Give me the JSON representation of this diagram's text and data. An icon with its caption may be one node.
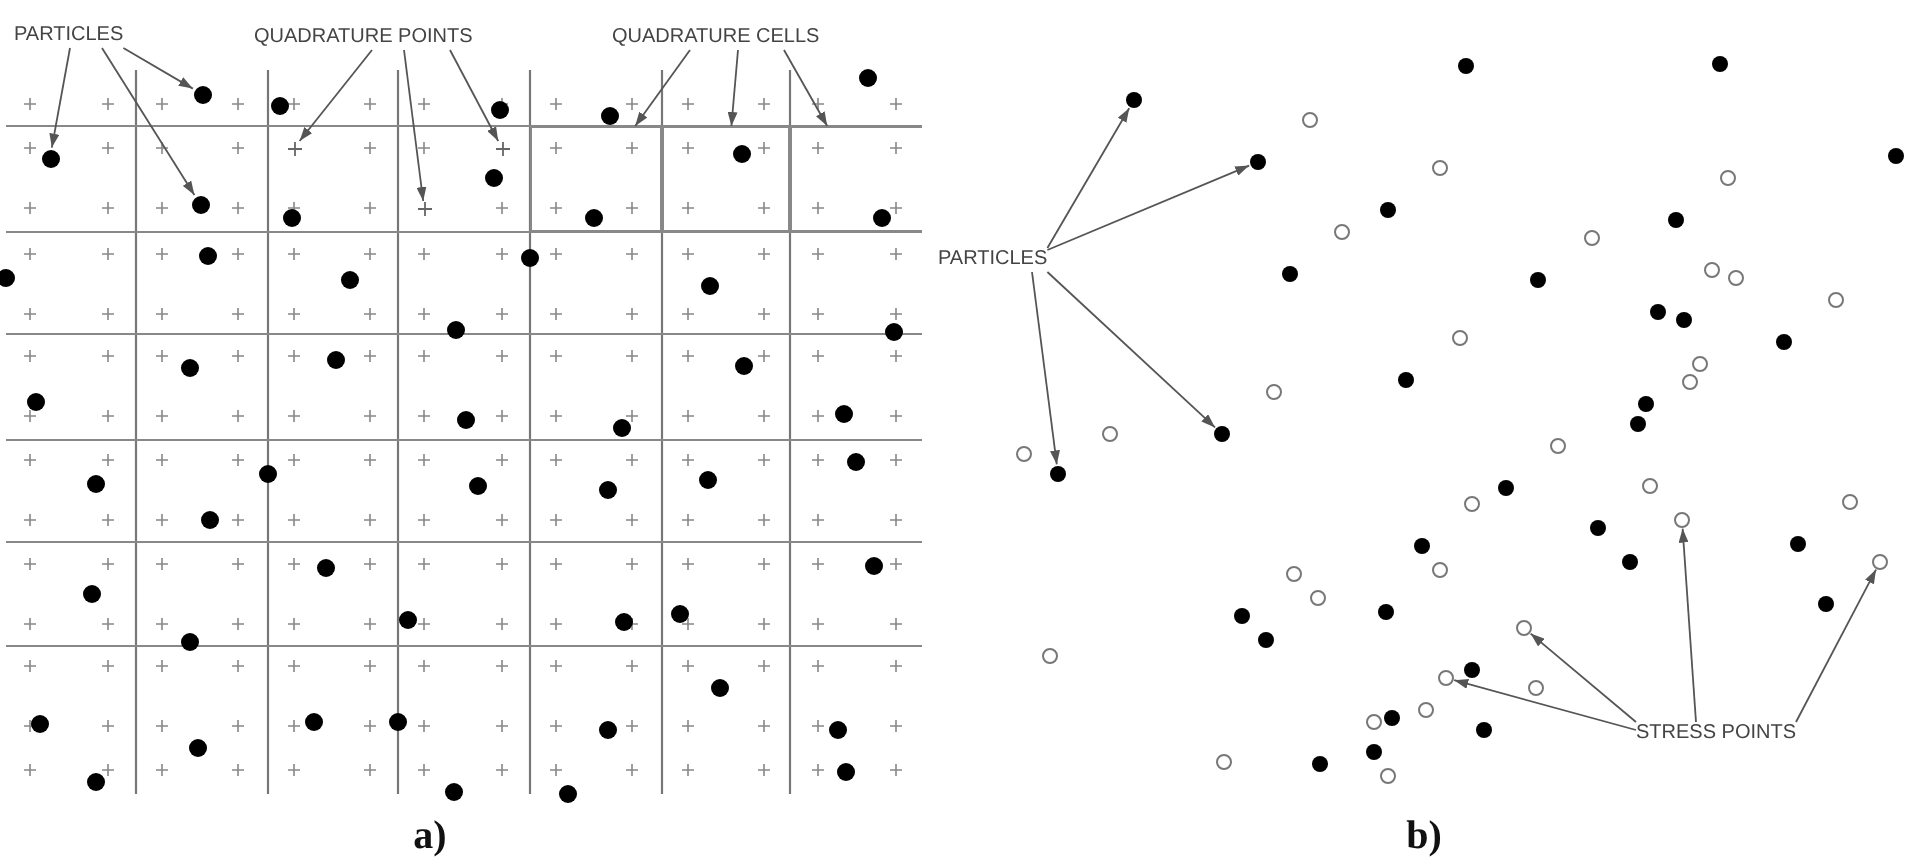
{
  "diagram": {
    "nodes": [
      {
        "text": [
          "PARTICLES"
        ]
      },
      {
        "text": [],
        "shape": "circle"
      },
      {
        "text": [],
        "shape": "circle"
      },
      {
        "text": [],
        "shape": "circle"
      },
      {
        "text": [
          "QUADRATURE POINTS"
        ]
      },
      {
        "text": [],
        "shape": "cross"
      },
      {
        "text": [],
        "shape": "cross"
      },
      {
        "text": [],
        "shape": "cross"
      },
      {
        "text": [
          "QUADRATURE CELLS"
        ]
      },
      {
        "text": [],
        "shape": "box"
      },
      {
        "text": [],
        "shape": "box"
      },
      {
        "text": [],
        "shape": "box"
      },
      {
        "text": [
          "PARTICLES"
        ]
      },
      {
        "text": [],
        "shape": "circle"
      },
      {
        "text": [],
        "shape": "circle"
      },
      {
        "text": [],
        "shape": "circle"
      },
      {
        "text": [],
        "shape": "circle"
      },
      {
        "text": [
          "STRESS POINTS"
        ]
      },
      {
        "text": [],
        "shape": "circle"
      },
      {
        "text": [],
        "shape": "circle"
      },
      {
        "text": [],
        "shape": "circle"
      },
      {
        "text": [],
        "shape": "circle"
      }
    ],
    "edges": [
      {
        "from": 0,
        "to": 1,
        "arrow": "to"
      },
      {
        "from": 0,
        "to": 2,
        "arrow": "to"
      },
      {
        "from": 0,
        "to": 3,
        "arrow": "to"
      },
      {
        "from": 4,
        "to": 5,
        "arrow": "to"
      },
      {
        "from": 4,
        "to": 6,
        "arrow": "to"
      },
      {
        "from": 4,
        "to": 7,
        "arrow": "to"
      },
      {
        "from": 8,
        "to": 9,
        "arrow": "to"
      },
      {
        "from": 8,
        "to": 10,
        "arrow": "to"
      },
      {
        "from": 8,
        "to": 11,
        "arrow": "to"
      },
      {
        "from": 12,
        "to": 13,
        "arrow": "to"
      },
      {
        "from": 12,
        "to": 14,
        "arrow": "to"
      },
      {
        "from": 12,
        "to": 15,
        "arrow": "to"
      },
      {
        "from": 12,
        "to": 16,
        "arrow": "to"
      },
      {
        "from": 17,
        "to": 18,
        "arrow": "to"
      },
      {
        "from": 17,
        "to": 19,
        "arrow": "to"
      },
      {
        "from": 17,
        "to": 20,
        "arrow": "to"
      },
      {
        "from": 17,
        "to": 21,
        "arrow": "to"
      }
    ],
    "labels": [
      "a)",
      "b)"
    ]
  }
}
